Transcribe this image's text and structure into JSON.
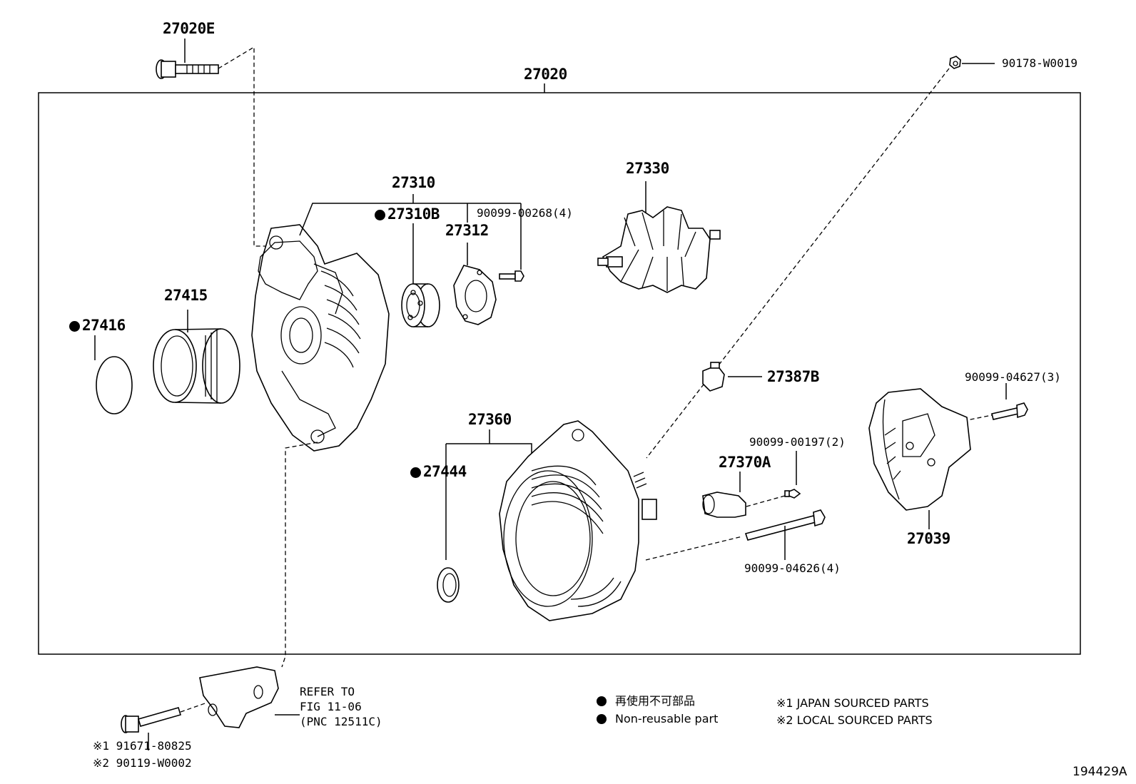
{
  "parts": {
    "p27020E": "27020E",
    "p27020": "27020",
    "p90178": "90178-W0019",
    "p27310": "27310",
    "p27310B": "27310B",
    "p90099_00268": "90099-00268(4)",
    "p27312": "27312",
    "p27330": "27330",
    "p27415": "27415",
    "p27416": "27416",
    "p27387B": "27387B",
    "p90099_04627": "90099-04627(3)",
    "p27360": "27360",
    "p27444": "27444",
    "p90099_00197": "90099-00197(2)",
    "p27370A": "27370A",
    "p27039": "27039",
    "p90099_04626": "90099-04626(4)"
  },
  "refer": {
    "line1": "REFER TO",
    "line2": "FIG 11-06",
    "line3": "(PNC 12511C)"
  },
  "bottom_bolt": {
    "line1": "※1 91671-80825",
    "line2": "※2 90119-W0002"
  },
  "legend": {
    "jp": "再使用不可部品",
    "en": "Non-reusable part",
    "note1": "※1 JAPAN SOURCED PARTS",
    "note2": "※2 LOCAL SOURCED PARTS"
  },
  "illustration_id": "194429A",
  "colors": {
    "ink": "#000000",
    "background": "#ffffff"
  }
}
